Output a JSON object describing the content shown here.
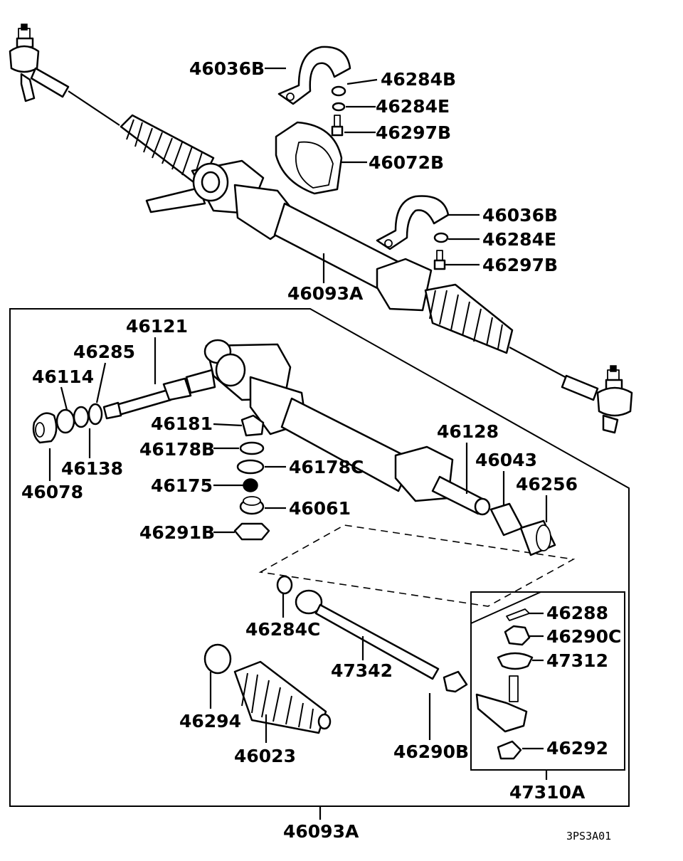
{
  "diagram": {
    "callouts": {
      "top_bracket_1": "46036B",
      "top_washer_1": "46284B",
      "top_washer_2": "46284E",
      "top_bolt_1": "46297B",
      "top_bushing": "46072B",
      "right_bracket_2": "46036B",
      "right_washer": "46284E",
      "right_bolt": "46297B",
      "gear_assembly_top": "46093A",
      "pinion": "46121",
      "pinion_seal": "46285",
      "bearing": "46114",
      "oil_seal": "46138",
      "end_cap": "46078",
      "rack_guide": "46181",
      "spacer_b": "46178B",
      "spacer_c": "46178C",
      "spring": "46175",
      "plug": "46061",
      "locknut": "46291B",
      "rack": "46128",
      "rack_bushing": "46043",
      "rack_stopper": "46256",
      "ring": "46284C",
      "tie_rod": "47342",
      "band": "46294",
      "boot": "46023",
      "tie_rod_nut": "46290B",
      "cotter_pin": "46288",
      "castle_nut": "46290C",
      "dust_cover": "47312",
      "grease_nipple": "46292",
      "tie_rod_end": "47310A",
      "gear_assembly_bottom": "46093A"
    },
    "figure_code": "3PS3A01"
  }
}
